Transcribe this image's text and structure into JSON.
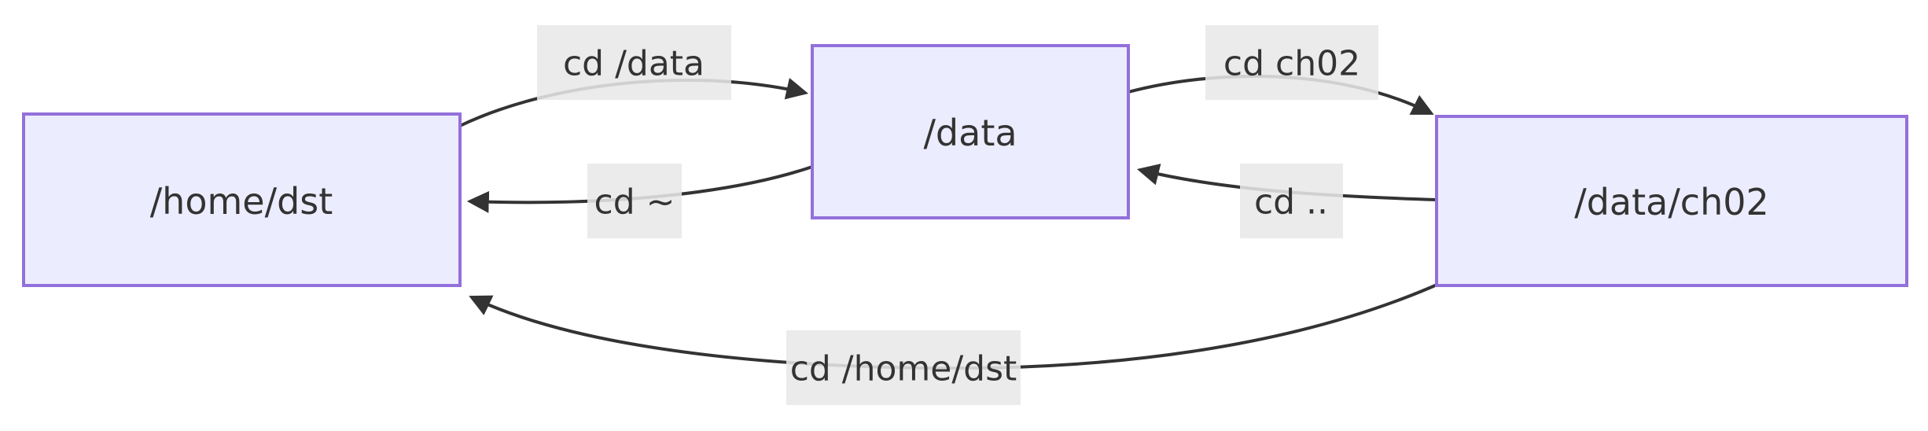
{
  "diagram": {
    "type": "flowchart",
    "direction": "left-to-right",
    "colors": {
      "node_fill": "#ECECFF",
      "node_border": "#9370DB",
      "edge": "#333333",
      "label_bg": "#e8e8e8",
      "text": "#333333"
    },
    "nodes": [
      {
        "id": "home",
        "label": "/home/dst"
      },
      {
        "id": "data",
        "label": "/data"
      },
      {
        "id": "ch02",
        "label": "/data/ch02"
      }
    ],
    "edges": [
      {
        "from": "home",
        "to": "data",
        "label": "cd /data"
      },
      {
        "from": "data",
        "to": "home",
        "label": "cd ~"
      },
      {
        "from": "data",
        "to": "ch02",
        "label": "cd ch02"
      },
      {
        "from": "ch02",
        "to": "data",
        "label": "cd .."
      },
      {
        "from": "ch02",
        "to": "home",
        "label": "cd /home/dst"
      }
    ]
  }
}
